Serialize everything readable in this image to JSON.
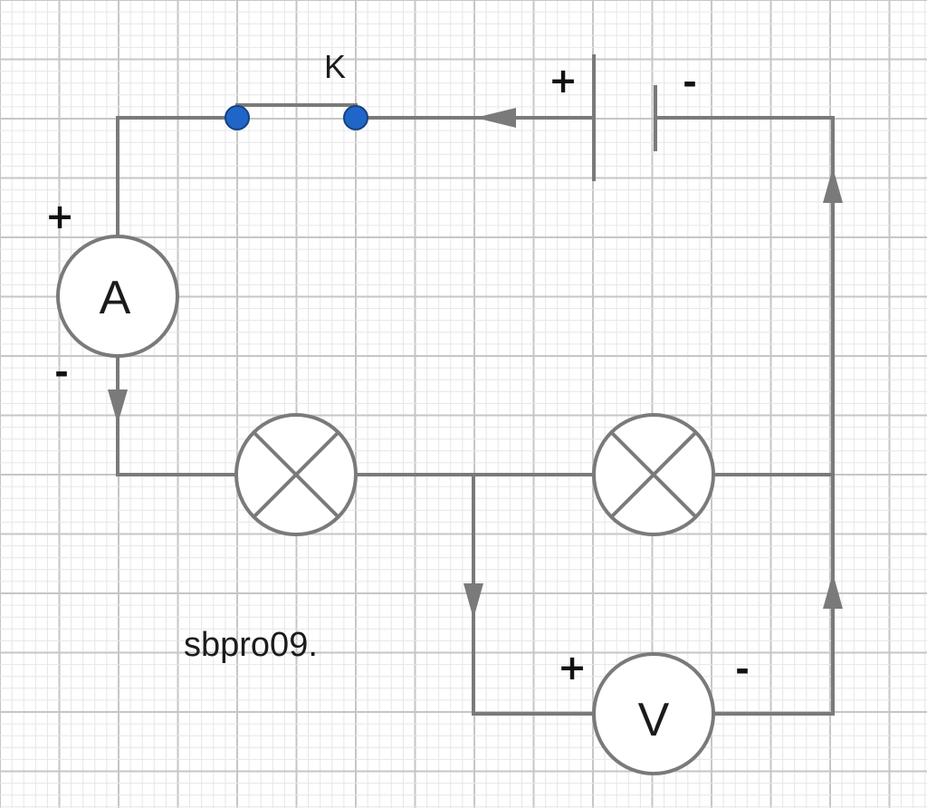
{
  "colors": {
    "background": "#ffffff",
    "grid_minor": "#e6e6e6",
    "grid_major": "#c6c6c6",
    "wire": "#7a7a7a",
    "switch_terminal": "#1f66c8"
  },
  "switch": {
    "label": "K"
  },
  "battery": {
    "plus": "+",
    "minus": "-"
  },
  "ammeter": {
    "symbol": "A",
    "plus": "+",
    "minus": "-"
  },
  "voltmeter": {
    "symbol": "V",
    "plus": "+",
    "minus": "-"
  },
  "watermark": "sbpro09."
}
